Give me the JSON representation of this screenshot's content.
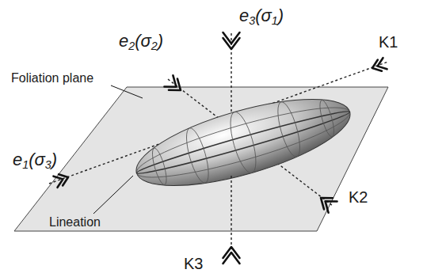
{
  "diagram": {
    "labels": [
      "e3(σ1)",
      "e2(σ2)",
      "K1",
      "Foliation plane",
      "e1(σ3)",
      "Lineation",
      "K2",
      "K3"
    ]
  }
}
